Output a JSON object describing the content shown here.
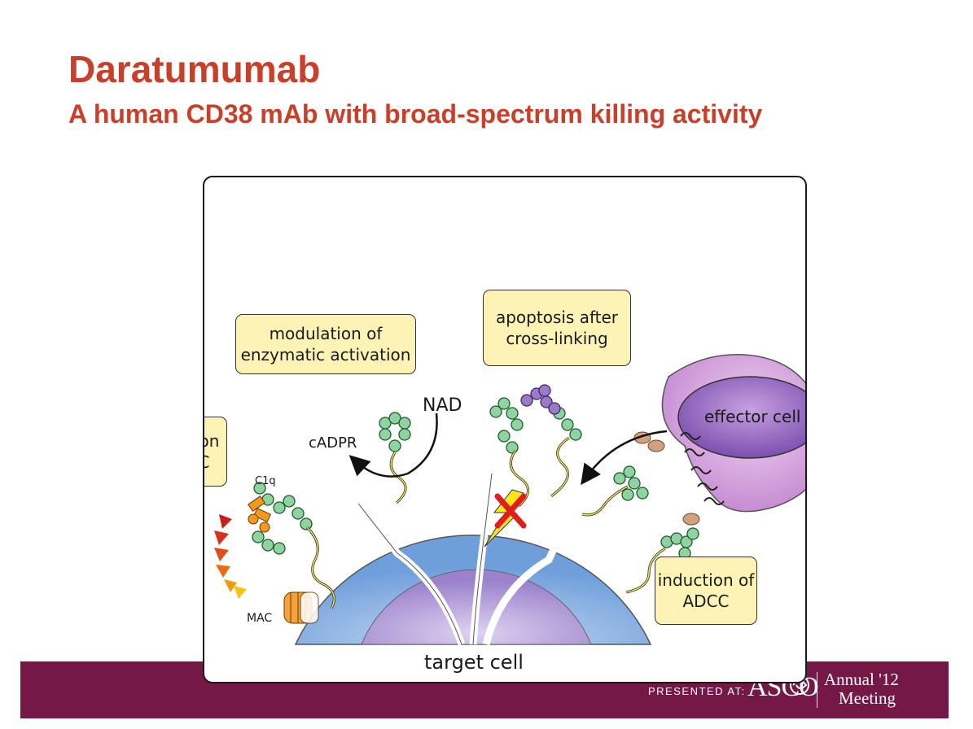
{
  "slide": {
    "title": "Daratumumab",
    "subtitle": "A human CD38 mAb with broad-spectrum killing activity"
  },
  "diagram": {
    "callouts": {
      "modulation": "modulation of enzymatic activation",
      "apoptosis": "apoptosis after cross-linking",
      "cdc": "induction of CDC",
      "adcc": "induction of ADCC"
    },
    "labels": {
      "nad": "NAD",
      "cadpr": "cADPR",
      "c1q": "C1q",
      "mac": "MAC",
      "effector_cell": "effector cell",
      "target_cell": "target cell"
    },
    "colors": {
      "callout_fill": "#fdf3b5",
      "outer_membrane": "#7aa7dd",
      "nucleus": "#a98fd3",
      "effector_cell": "#c58ad0",
      "antibody_bead": "#8fd3a0",
      "cross_link_bead": "#9b7ac8"
    }
  },
  "footer": {
    "presented_at": "PRESENTED AT:",
    "logo": "ASCO",
    "annual": "Annual '12",
    "meeting": "Meeting",
    "band_color": "#741845"
  }
}
